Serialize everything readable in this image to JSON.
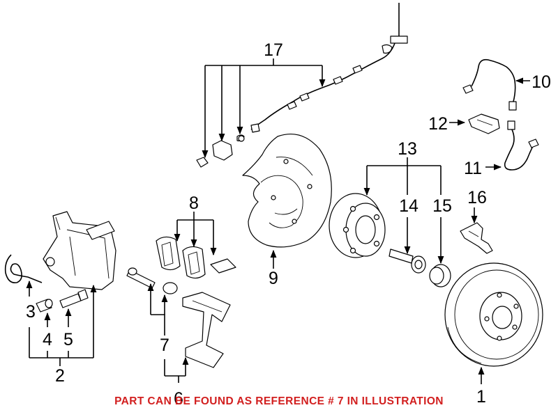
{
  "callouts": {
    "c1": "1",
    "c2": "2",
    "c3": "3",
    "c4": "4",
    "c5": "5",
    "c6": "6",
    "c7": "7",
    "c8": "8",
    "c9": "9",
    "c10": "10",
    "c11": "11",
    "c12": "12",
    "c13": "13",
    "c14": "14",
    "c15": "15",
    "c16": "16",
    "c17": "17"
  },
  "notice": "PART CAN BE FOUND AS REFERENCE # 7 IN ILLUSTRATION",
  "colors": {
    "notice": "#d21f1f",
    "lines": "#000000",
    "background": "#ffffff"
  }
}
